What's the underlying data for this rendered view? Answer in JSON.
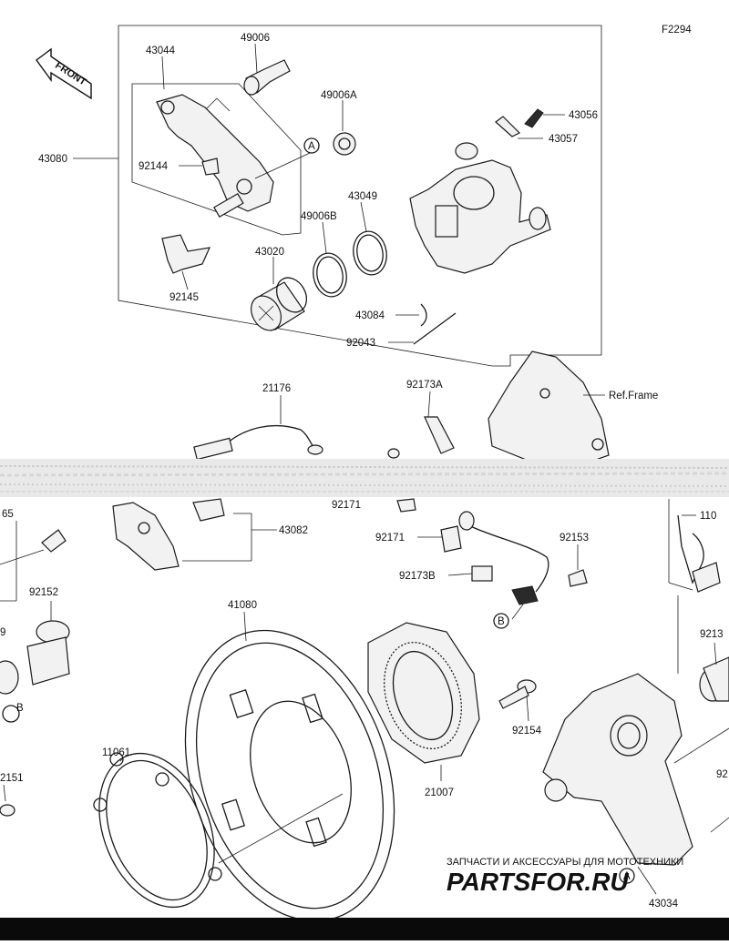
{
  "diagram_code": "F2294",
  "front_label": "FRONT",
  "ref_frame_label": "Ref.Frame",
  "callouts": {
    "A": "A",
    "B": "B"
  },
  "parts": [
    {
      "id": "p43044",
      "number": "43044"
    },
    {
      "id": "p49006",
      "number": "49006"
    },
    {
      "id": "p49006A",
      "number": "49006A"
    },
    {
      "id": "p43056",
      "number": "43056"
    },
    {
      "id": "p43057",
      "number": "43057"
    },
    {
      "id": "p43080",
      "number": "43080"
    },
    {
      "id": "p92144",
      "number": "92144"
    },
    {
      "id": "p43049",
      "number": "43049"
    },
    {
      "id": "p49006B",
      "number": "49006B"
    },
    {
      "id": "p43020",
      "number": "43020"
    },
    {
      "id": "p92145",
      "number": "92145"
    },
    {
      "id": "p43084",
      "number": "43084"
    },
    {
      "id": "p92043",
      "number": "92043"
    },
    {
      "id": "p21176",
      "number": "21176"
    },
    {
      "id": "p92173A",
      "number": "92173A"
    },
    {
      "id": "p43082",
      "number": "43082"
    },
    {
      "id": "p92171a",
      "number": "92171"
    },
    {
      "id": "p92171b",
      "number": "92171"
    },
    {
      "id": "p92153",
      "number": "92153"
    },
    {
      "id": "p92173B",
      "number": "92173B"
    },
    {
      "id": "p65",
      "number": "65"
    },
    {
      "id": "p92152",
      "number": "92152"
    },
    {
      "id": "p9",
      "number": "9"
    },
    {
      "id": "p41080",
      "number": "41080"
    },
    {
      "id": "p11061",
      "number": "11061"
    },
    {
      "id": "p2151",
      "number": "2151"
    },
    {
      "id": "p92154",
      "number": "92154"
    },
    {
      "id": "p21007",
      "number": "21007"
    },
    {
      "id": "p110",
      "number": "110"
    },
    {
      "id": "p9213",
      "number": "9213"
    },
    {
      "id": "p92",
      "number": "92"
    },
    {
      "id": "p43034",
      "number": "43034"
    }
  ],
  "watermark": {
    "tagline": "ЗАПЧАСТИ И АКСЕССУАРЫ ДЛЯ МОТОТЕХНИКИ",
    "brand": "PARTSFOR.RU",
    "tagline_color": "#b9b9b9",
    "brand_color": "#e8a9a9"
  }
}
